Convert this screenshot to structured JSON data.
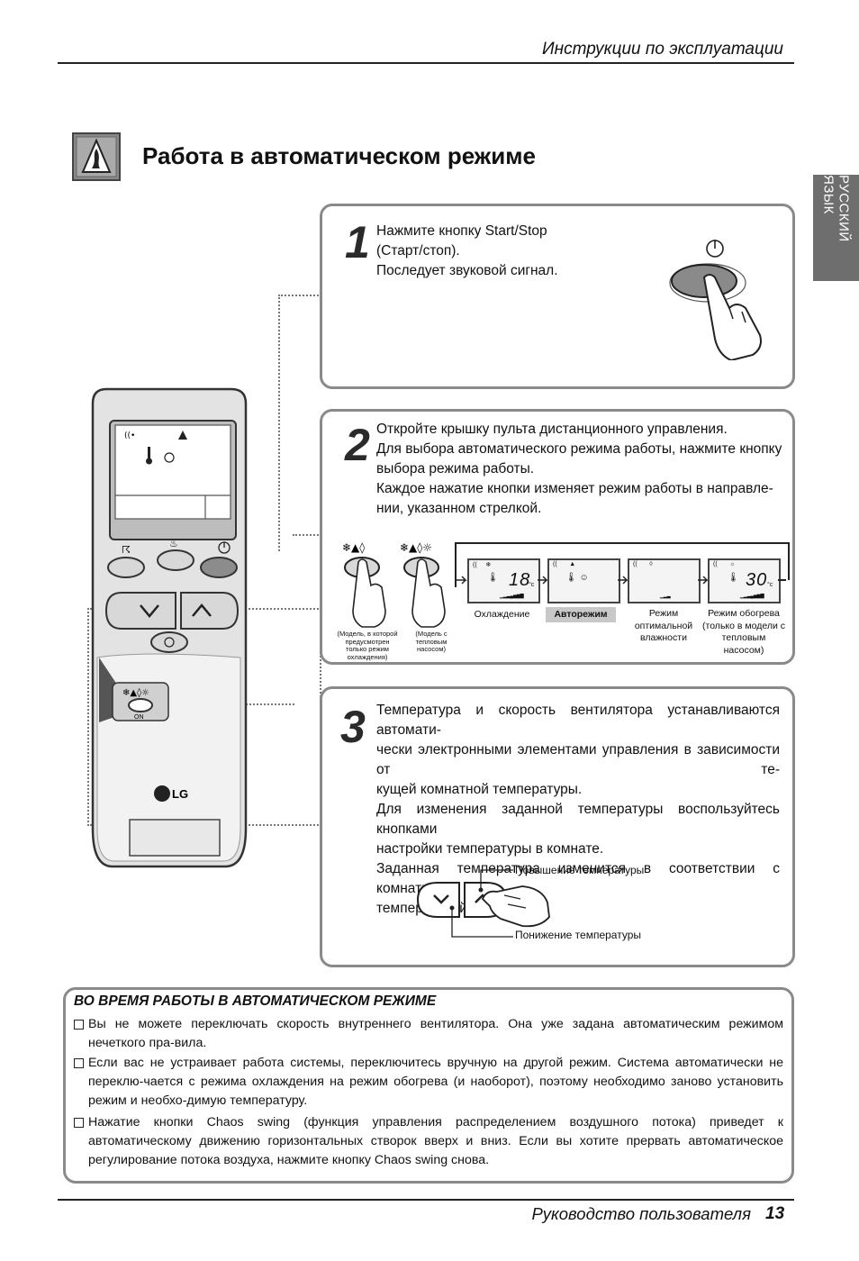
{
  "header": {
    "title": "Инструкции по эксплуатации"
  },
  "side_tab": {
    "label": "РУССКИЙ ЯЗЫК"
  },
  "section": {
    "title": "Работа в автоматическом режиме"
  },
  "remote": {
    "brand": "LG",
    "on_label": "ON"
  },
  "step1": {
    "number": "1",
    "lines": [
      "Нажмите кнопку Start/Stop",
      "(Старт/стоп).",
      "Последует звуковой сигнал."
    ]
  },
  "step2": {
    "number": "2",
    "lines": [
      "Откройте крышку пульта дистанционного управления.",
      "Для выбора автоматического режима работы, нажмите кнопку",
      "выбора режима работы.",
      "Каждое нажатие кнопки изменяет режим работы в направле-",
      "нии, указанном стрелкой."
    ],
    "button1_caption": [
      "(Модель, в которой",
      "предусмотрен",
      "только режим",
      "охлаждения)"
    ],
    "button2_caption": [
      "(Модель с",
      "тепловым",
      "насосом)"
    ],
    "modes": [
      {
        "label": [
          "Охлаждение"
        ],
        "temp": "18",
        "unit": "°c"
      },
      {
        "label": [
          "Авторежим"
        ],
        "temp": "",
        "unit": ""
      },
      {
        "label": [
          "Режим",
          "оптимальной",
          "влажности"
        ],
        "temp": "",
        "unit": ""
      },
      {
        "label": [
          "Режим обогрева",
          "(только в модели с",
          "тепловым насосом)"
        ],
        "temp": "30",
        "unit": "°c"
      }
    ]
  },
  "step3": {
    "number": "3",
    "lines": [
      "Температура и скорость вентилятора устанавливаются автомати-",
      "чески электронными элементами управления в зависимости от те-",
      "кущей комнатной температуры.",
      "Для изменения заданной температуры воспользуйтесь кнопками",
      "настройки температуры в комнате.",
      "Заданная температура изменится в соответствии с комнатной",
      "температурой"
    ],
    "up_label": "Повышение температуры",
    "down_label": "Понижение температуры"
  },
  "note": {
    "title": "ВО ВРЕМЯ РАБОТЫ В АВТОМАТИЧЕСКОМ РЕЖИМЕ",
    "items": [
      "Вы не можете переключать скорость внутреннего вентилятора. Она уже задана автоматическим режимом нечеткого пра-вила.",
      "Если вас не устраивает работа системы, переключитесь вручную на другой режим. Система автоматически не переклю-чается с режима охлаждения на режим обогрева (и наоборот), поэтому необходимо заново установить режим и необхо-димую температуру.",
      "Нажатие кнопки Chaos swing (функция управления распределением воздушного потока) приведет к автоматическому движению горизонтальных створок вверх и вниз. Если вы хотите прервать автоматическое регулирование потока воздуха, нажмите кнопку Chaos swing снова."
    ]
  },
  "footer": {
    "text": "Руководство пользователя",
    "page": "13"
  }
}
